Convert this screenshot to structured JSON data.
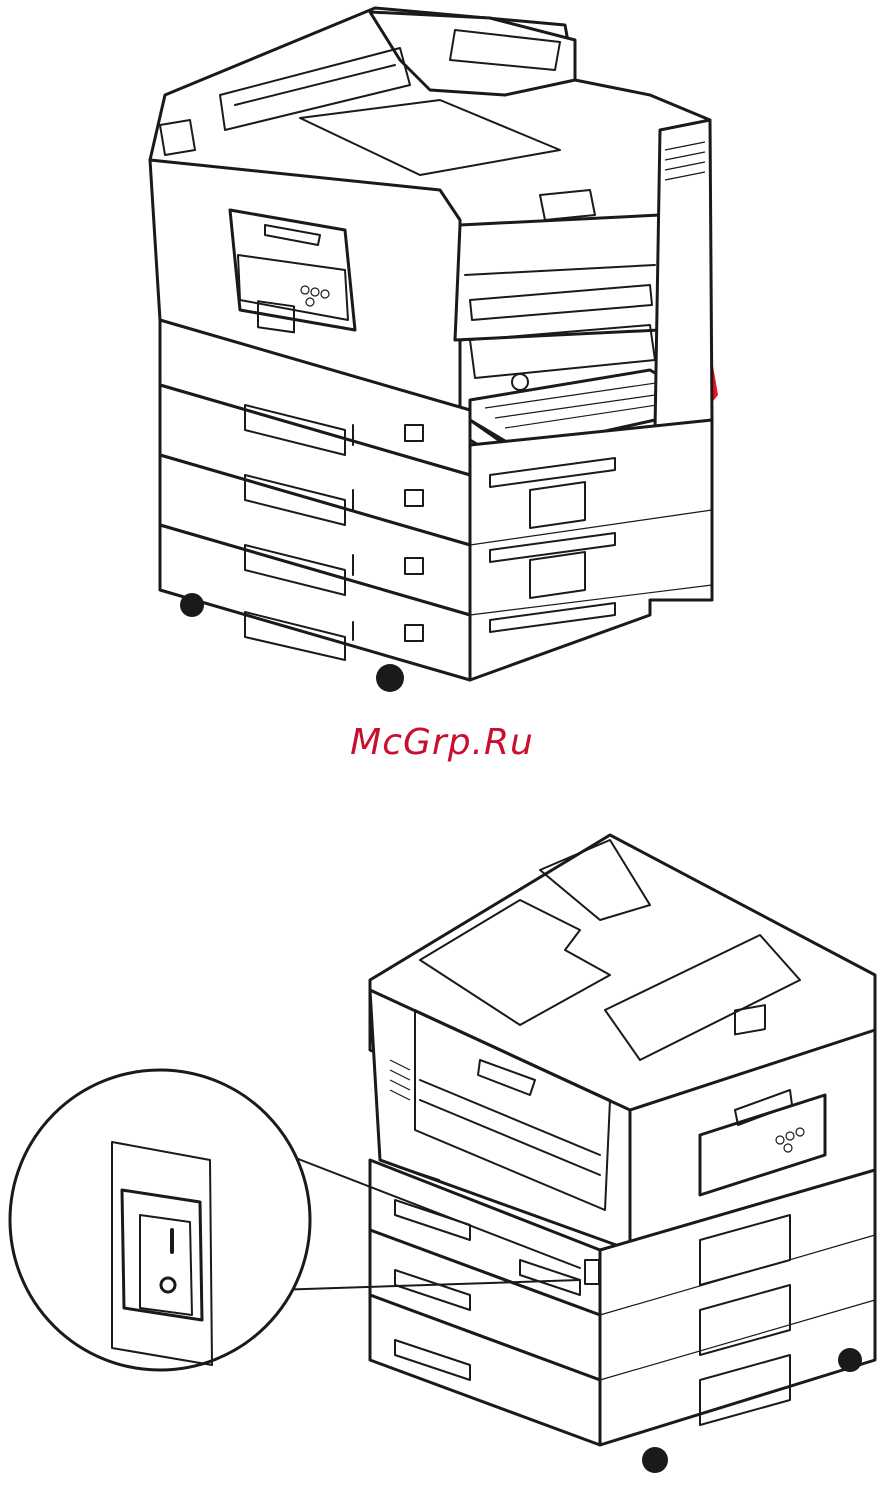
{
  "watermark": {
    "text": "McGrp.Ru",
    "color": "#c8102e"
  },
  "figures": [
    {
      "id": "printer-rear-door-open",
      "highlight_color": "#e8141c",
      "arrow": "arrow-up-icon"
    },
    {
      "id": "printer-power-switch",
      "switch": "power-switch-icon"
    }
  ],
  "colors": {
    "line": "#1a1a1a",
    "background": "#ffffff",
    "arrow": "#e8141c"
  }
}
